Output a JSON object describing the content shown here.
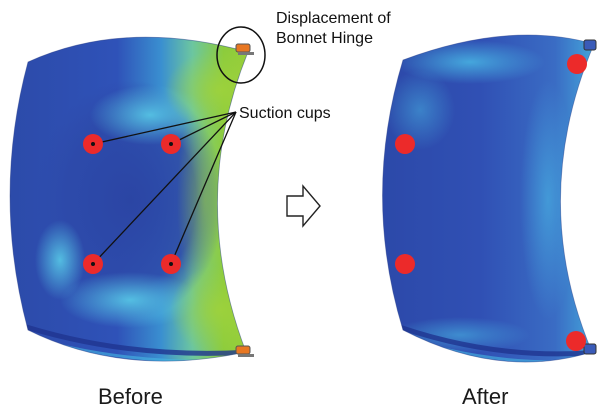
{
  "labels": {
    "hinge_annotation_line1": "Displacement of",
    "hinge_annotation_line2": "Bonnet Hinge",
    "suction_cups": "Suction cups",
    "before": "Before",
    "after": "After"
  },
  "colors": {
    "panel_blue": "#2e4fb0",
    "panel_cyan": "#35c3e6",
    "panel_green": "#8cc83a",
    "suction_cup_red": "#ec2a2a",
    "hinge_orange": "#e87722"
  },
  "icons": [
    "right-arrow-icon"
  ]
}
